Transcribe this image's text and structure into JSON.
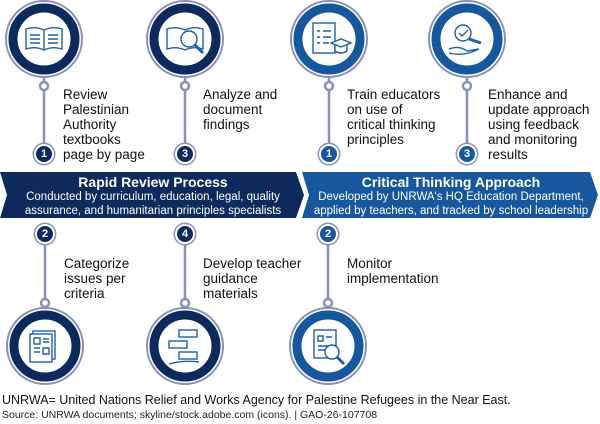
{
  "colors": {
    "rapid": "#0c2b5c",
    "critical": "#17579e",
    "ring": "#8a90bd"
  },
  "rapid_review": {
    "title": "Rapid Review Process",
    "subtitle_line1": "Conducted by curriculum, education, legal, quality",
    "subtitle_line2": "assurance, and humanitarian principles specialists",
    "steps": [
      {
        "num": "1",
        "text": "Review Palestinian Authority textbooks page by page",
        "icon": "open-book-icon"
      },
      {
        "num": "2",
        "text": "Categorize issues per criteria",
        "icon": "documents-icon"
      },
      {
        "num": "3",
        "text": "Analyze and document findings",
        "icon": "book-magnifier-icon"
      },
      {
        "num": "4",
        "text": "Develop teacher guidance materials",
        "icon": "guidance-steps-icon"
      }
    ]
  },
  "critical_thinking": {
    "title": "Critical Thinking Approach",
    "subtitle_line1": "Developed by UNRWA's HQ Education Department,",
    "subtitle_line2": "applied by teachers, and tracked by school leadership",
    "steps": [
      {
        "num": "1",
        "text": "Train educators on use of critical thinking principles",
        "icon": "checklist-graduation-icon"
      },
      {
        "num": "2",
        "text": "Monitor implementation",
        "icon": "document-magnifier-icon"
      },
      {
        "num": "3",
        "text": "Enhance and update approach using feedback and monitoring results",
        "icon": "hand-magnifier-check-icon"
      }
    ]
  },
  "footer": {
    "note": "UNRWA= United Nations Relief and Works Agency for Palestine Refugees in the Near East.",
    "source": "Source: UNRWA documents; skyline/stock.adobe.com (icons).  |  GAO-26-107708"
  }
}
